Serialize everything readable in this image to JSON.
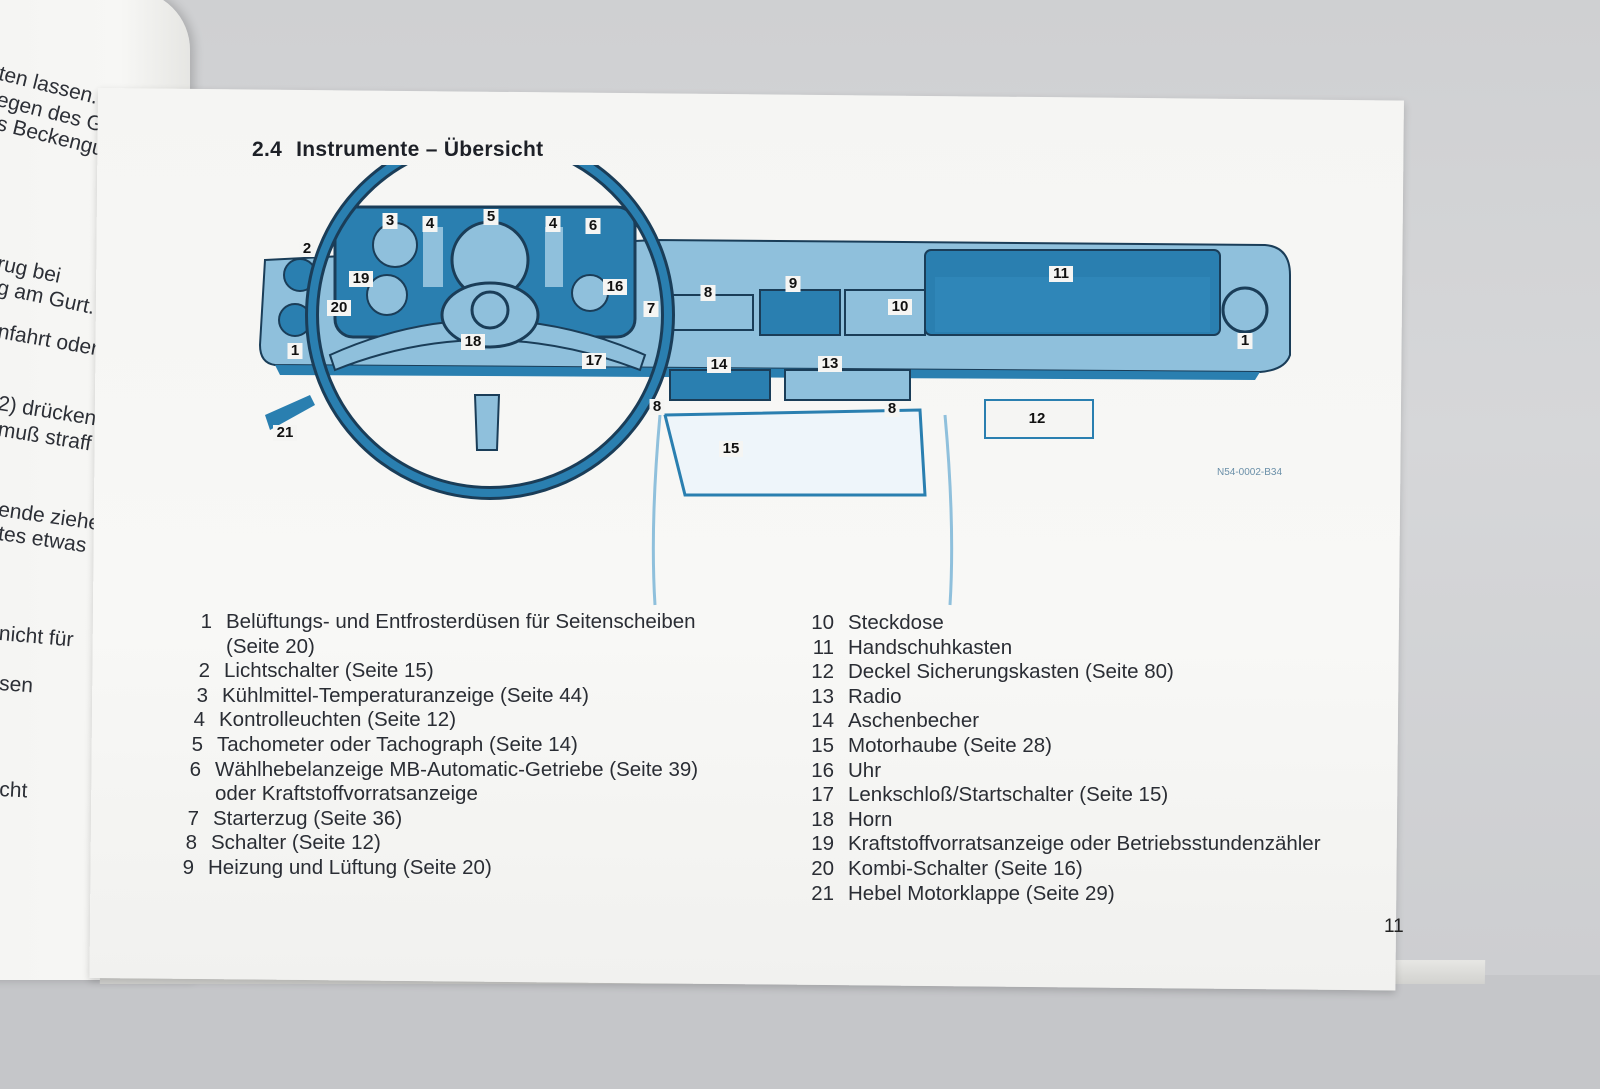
{
  "left_page": {
    "lines": [
      "ten lassen.",
      "egen des Gurtes",
      "s Beckengurtteil",
      "rug bei",
      "g am Gurt.",
      "nfahrt oder",
      "2) drücken",
      "muß straff",
      "ende ziehen,",
      "tes etwas",
      "nicht für",
      "sen",
      "cht"
    ]
  },
  "heading": {
    "number": "2.4",
    "title": "Instrumente – Übersicht"
  },
  "diagram": {
    "code": "N54-0002-B34",
    "callouts": [
      "1",
      "2",
      "3",
      "4",
      "5",
      "6",
      "7",
      "8",
      "9",
      "10",
      "11",
      "12",
      "13",
      "14",
      "15",
      "16",
      "17",
      "18",
      "19",
      "20",
      "21"
    ],
    "colors": {
      "blue": "#2a7fb0",
      "light_blue": "#8fc0dc",
      "dark": "#1a3d58"
    }
  },
  "legend": {
    "left": [
      {
        "n": "1",
        "text": "Belüftungs- und Entfrosterdüsen für Seitenscheiben",
        "cont": "(Seite 20)"
      },
      {
        "n": "2",
        "text": "Lichtschalter (Seite 15)"
      },
      {
        "n": "3",
        "text": "Kühlmittel-Temperaturanzeige (Seite 44)"
      },
      {
        "n": "4",
        "text": "Kontrolleuchten (Seite 12)"
      },
      {
        "n": "5",
        "text": "Tachometer oder Tachograph (Seite 14)"
      },
      {
        "n": "6",
        "text": "Wählhebelanzeige MB-Automatic-Getriebe (Seite 39)",
        "cont": "oder Kraftstoffvorratsanzeige"
      },
      {
        "n": "7",
        "text": "Starterzug (Seite 36)"
      },
      {
        "n": "8",
        "text": "Schalter (Seite 12)"
      },
      {
        "n": "9",
        "text": "Heizung und Lüftung (Seite 20)"
      }
    ],
    "right": [
      {
        "n": "10",
        "text": "Steckdose"
      },
      {
        "n": "11",
        "text": "Handschuhkasten"
      },
      {
        "n": "12",
        "text": "Deckel Sicherungskasten (Seite 80)"
      },
      {
        "n": "13",
        "text": "Radio"
      },
      {
        "n": "14",
        "text": "Aschenbecher"
      },
      {
        "n": "15",
        "text": "Motorhaube (Seite 28)"
      },
      {
        "n": "16",
        "text": "Uhr"
      },
      {
        "n": "17",
        "text": "Lenkschloß/Startschalter (Seite 15)"
      },
      {
        "n": "18",
        "text": "Horn"
      },
      {
        "n": "19",
        "text": "Kraftstoffvorratsanzeige oder Betriebsstundenzähler"
      },
      {
        "n": "20",
        "text": "Kombi-Schalter (Seite 16)"
      },
      {
        "n": "21",
        "text": "Hebel Motorklappe (Seite 29)"
      }
    ]
  },
  "page_number": "11"
}
